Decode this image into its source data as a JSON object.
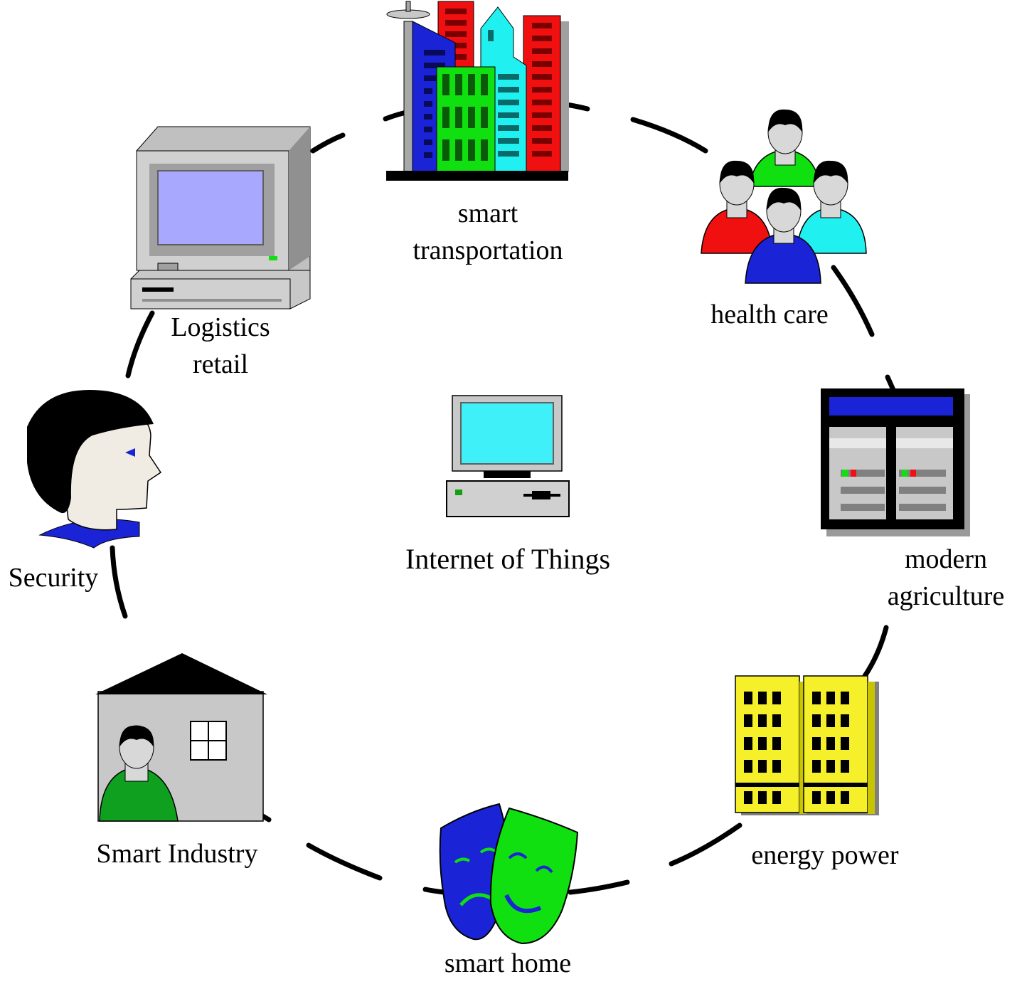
{
  "center": {
    "label": "Internet of Things",
    "icon": "desktop-computer-icon"
  },
  "nodes": [
    {
      "id": "smart-transportation",
      "lines": [
        "smart",
        "transportation"
      ],
      "icon": "city-buildings-icon"
    },
    {
      "id": "health-care",
      "lines": [
        "health care"
      ],
      "icon": "people-group-icon"
    },
    {
      "id": "modern-agriculture",
      "lines": [
        "modern",
        "agriculture"
      ],
      "icon": "server-rack-icon"
    },
    {
      "id": "energy-power",
      "lines": [
        "energy power"
      ],
      "icon": "office-towers-icon"
    },
    {
      "id": "smart-home",
      "lines": [
        "smart home"
      ],
      "icon": "theater-masks-icon"
    },
    {
      "id": "smart-industry",
      "lines": [
        "Smart Industry"
      ],
      "icon": "house-with-person-icon"
    },
    {
      "id": "security",
      "lines": [
        "Security"
      ],
      "icon": "person-profile-icon"
    },
    {
      "id": "logistics-retail",
      "lines": [
        "Logistics",
        "retail"
      ],
      "icon": "computer-terminal-icon"
    }
  ],
  "colors": {
    "ring": "#000000",
    "blue": "#1a24d6",
    "red": "#f01010",
    "green": "#10e010",
    "cyan": "#20f0f0",
    "yellow": "#f5f02a",
    "screen": "#a8a8ff",
    "gray": "#c0c0c0"
  }
}
